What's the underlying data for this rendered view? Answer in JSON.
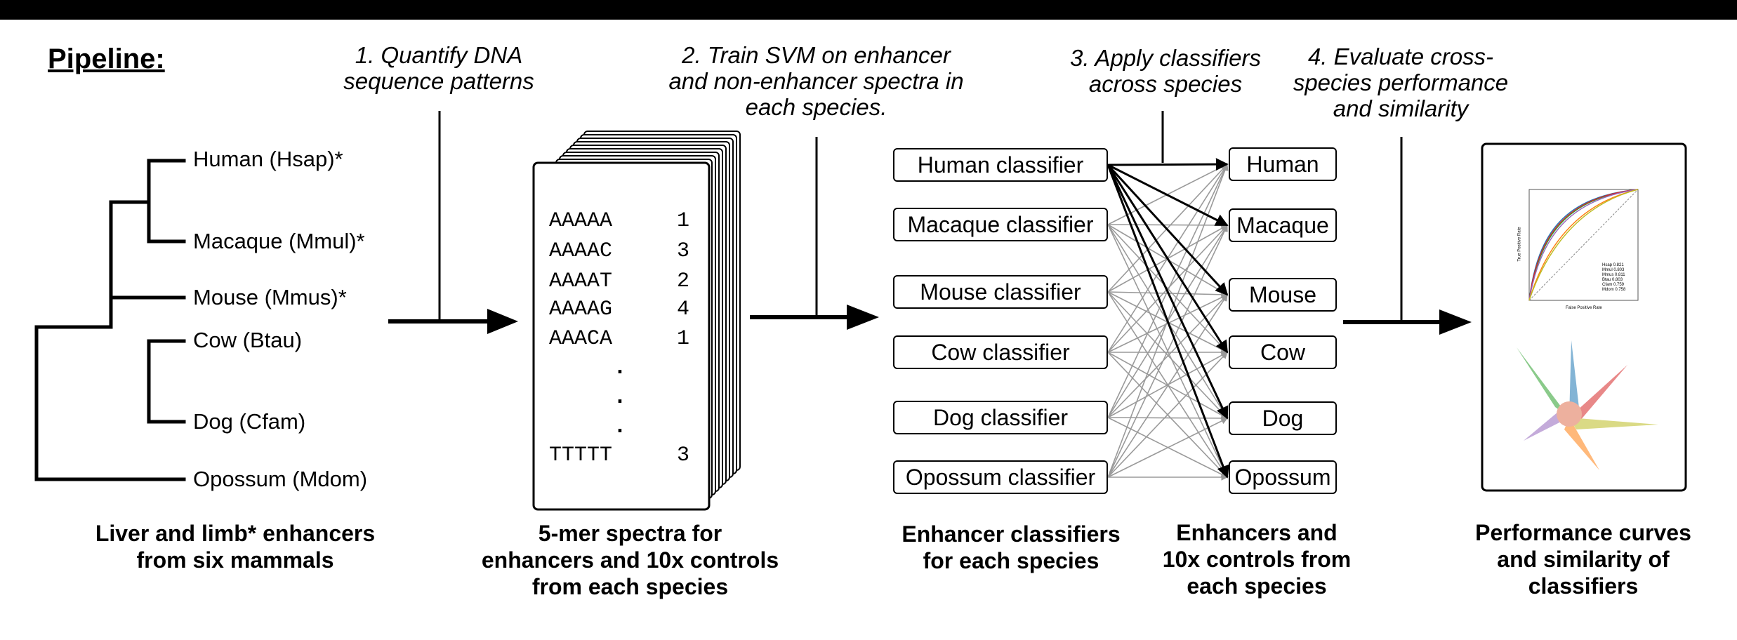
{
  "title": "Pipeline:",
  "steps": {
    "s1": "1. Quantify DNA\nsequence patterns",
    "s2": "2. Train SVM on enhancer\nand non-enhancer spectra in\neach species.",
    "s3": "3. Apply classifiers\nacross species",
    "s4": "4. Evaluate cross-\nspecies performance\nand similarity"
  },
  "taxa": [
    "Human (Hsap)*",
    "Macaque (Mmul)*",
    "Mouse (Mmus)*",
    "Cow (Btau)",
    "Dog (Cfam)",
    "Opossum (Mdom)"
  ],
  "spectra": {
    "kmers": [
      "AAAAA",
      "AAAAC",
      "AAAAT",
      "AAAAG",
      "AAACA"
    ],
    "counts": [
      "1",
      "3",
      "2",
      "4",
      "1"
    ],
    "last_kmer": "TTTTT",
    "last_count": "3",
    "dots": ".\n.\n."
  },
  "classifiers": [
    "Human classifier",
    "Macaque classifier",
    "Mouse classifier",
    "Cow classifier",
    "Dog classifier",
    "Opossum classifier"
  ],
  "targets": [
    "Human",
    "Macaque",
    "Mouse",
    "Cow",
    "Dog",
    "Opossum"
  ],
  "captions": {
    "c1": "Liver and limb* enhancers\nfrom six mammals",
    "c2": "5-mer spectra for\nenhancers and 10x controls\nfrom each species",
    "c3": "Enhancer classifiers\nfor each species",
    "c4": "Enhancers and\n10x controls from\neach species",
    "c5": "Performance curves\nand similarity of\nclassifiers"
  },
  "thumbnail": {
    "roc_legend": [
      "Hsap 0.821",
      "Mmul 0.803",
      "Mmus 0.811",
      "Btau 0.803",
      "Cfam 0.759",
      "Mdom 0.758"
    ],
    "roc_xlabel": "False Positive Rate",
    "roc_ylabel": "True Positive Rate",
    "colors": [
      "#1f77b4",
      "#2ca02c",
      "#d62728",
      "#9467bd",
      "#ff7f0e",
      "#bcbd22"
    ]
  }
}
